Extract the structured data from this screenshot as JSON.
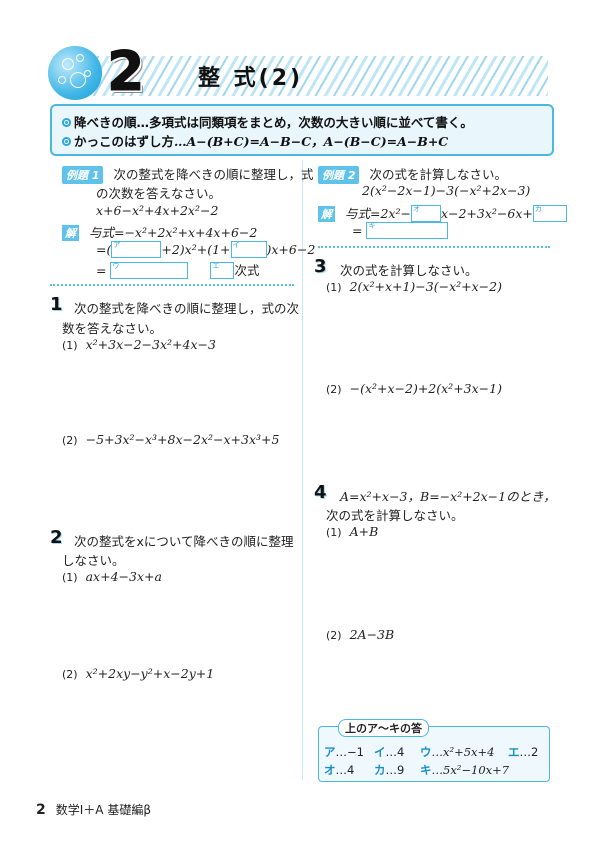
{
  "header": {
    "number": "2",
    "title": "整 式(2)"
  },
  "summary": {
    "line1_label": "降べきの順",
    "line1_text": "…多項式は同類項をまとめ，次数の大きい順に並べて書く。",
    "line2_label": "かっこのはずし方",
    "line2_text": "…A−(B+C)=A−B−C，A−(B−C)=A−B+C"
  },
  "example1": {
    "tag": "例題 1",
    "prompt_line1": "次の整式を降べきの順に整理し，式",
    "prompt_line2": "の次数を答えなさい。",
    "expr": "x+6−x²+4x+2x²−2",
    "sol_tag": "解",
    "sol_line1": "与式=−x²+2x²+x+4x+6−2",
    "sol_line2_a": "=(",
    "sol_line2_b": "+2)x²+(1+",
    "sol_line2_c": ")x+6−2",
    "sol_line3_a": "=",
    "sol_line3_b": "次式",
    "box_a": "ア",
    "box_i": "イ",
    "box_u": "ウ",
    "box_e": "エ"
  },
  "q1": {
    "num": "1",
    "prompt_line1": "次の整式を降べきの順に整理し，式の次",
    "prompt_line2": "数を答えなさい。",
    "p1_label": "(1)",
    "p1": "x²+3x−2−3x²+4x−3",
    "p2_label": "(2)",
    "p2": "−5+3x²−x³+8x−2x²−x+3x³+5"
  },
  "q2": {
    "num": "2",
    "prompt_line1": "次の整式をxについて降べきの順に整理",
    "prompt_line2": "しなさい。",
    "p1_label": "(1)",
    "p1": "ax+4−3x+a",
    "p2_label": "(2)",
    "p2": "x²+2xy−y²+x−2y+1"
  },
  "example2": {
    "tag": "例題 2",
    "prompt": "次の式を計算しなさい。",
    "expr": "2(x²−2x−1)−3(−x²+2x−3)",
    "sol_tag": "解",
    "sol_line1_a": "与式=2x²−",
    "sol_line1_b": "x−2+3x²−6x+",
    "sol_line2_a": "=",
    "box_o": "オ",
    "box_ka": "カ",
    "box_ki": "キ"
  },
  "q3": {
    "num": "3",
    "prompt": "次の式を計算しなさい。",
    "p1_label": "(1)",
    "p1": "2(x²+x+1)−3(−x²+x−2)",
    "p2_label": "(2)",
    "p2": "−(x²+x−2)+2(x²+3x−1)"
  },
  "q4": {
    "num": "4",
    "prompt_line1": "A=x²+x−3，B=−x²+2x−1のとき，",
    "prompt_line2": "次の式を計算しなさい。",
    "p1_label": "(1)",
    "p1": "A+B",
    "p2_label": "(2)",
    "p2": "2A−3B"
  },
  "answers": {
    "heading": "上のア〜キの答",
    "a_key": "ア",
    "a_val": "…−1",
    "i_key": "イ",
    "i_val": "…4",
    "u_key": "ウ",
    "u_val": "…x²+5x+4",
    "e_key": "エ",
    "e_val": "…2",
    "o_key": "オ",
    "o_val": "…4",
    "ka_key": "カ",
    "ka_val": "…9",
    "ki_key": "キ",
    "ki_val": "…5x²−10x+7"
  },
  "footer": {
    "page": "2",
    "book": "数学Ⅰ＋A 基礎編β"
  },
  "colors": {
    "accent": "#4bb7e3",
    "tag": "#5ec2ea"
  }
}
